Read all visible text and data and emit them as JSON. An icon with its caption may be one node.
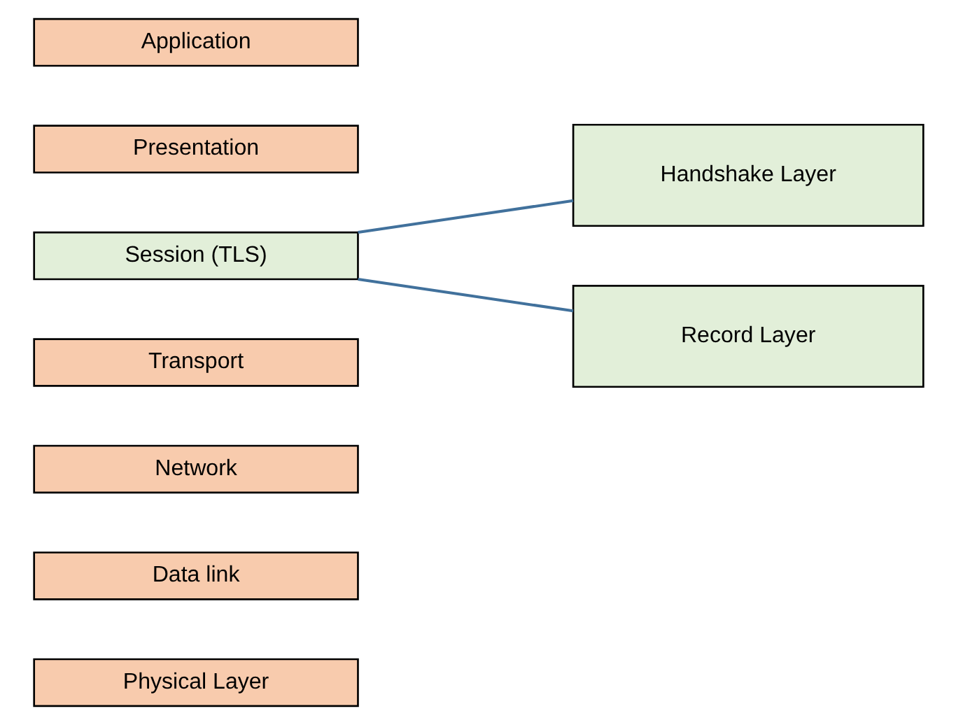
{
  "diagram": {
    "nodes": [
      {
        "text": [
          "Application"
        ]
      },
      {
        "text": [
          "Presentation"
        ]
      },
      {
        "text": [
          "Session (TLS)"
        ]
      },
      {
        "text": [
          "Transport"
        ]
      },
      {
        "text": [
          "Network"
        ]
      },
      {
        "text": [
          "Data link"
        ]
      },
      {
        "text": [
          "Physical Layer"
        ]
      },
      {
        "text": [
          "Handshake Layer"
        ]
      },
      {
        "text": [
          "Record Layer"
        ]
      }
    ],
    "edges": [
      {
        "from": 2,
        "to": 7,
        "arrow": "none"
      },
      {
        "from": 2,
        "to": 8,
        "arrow": "none"
      }
    ]
  }
}
